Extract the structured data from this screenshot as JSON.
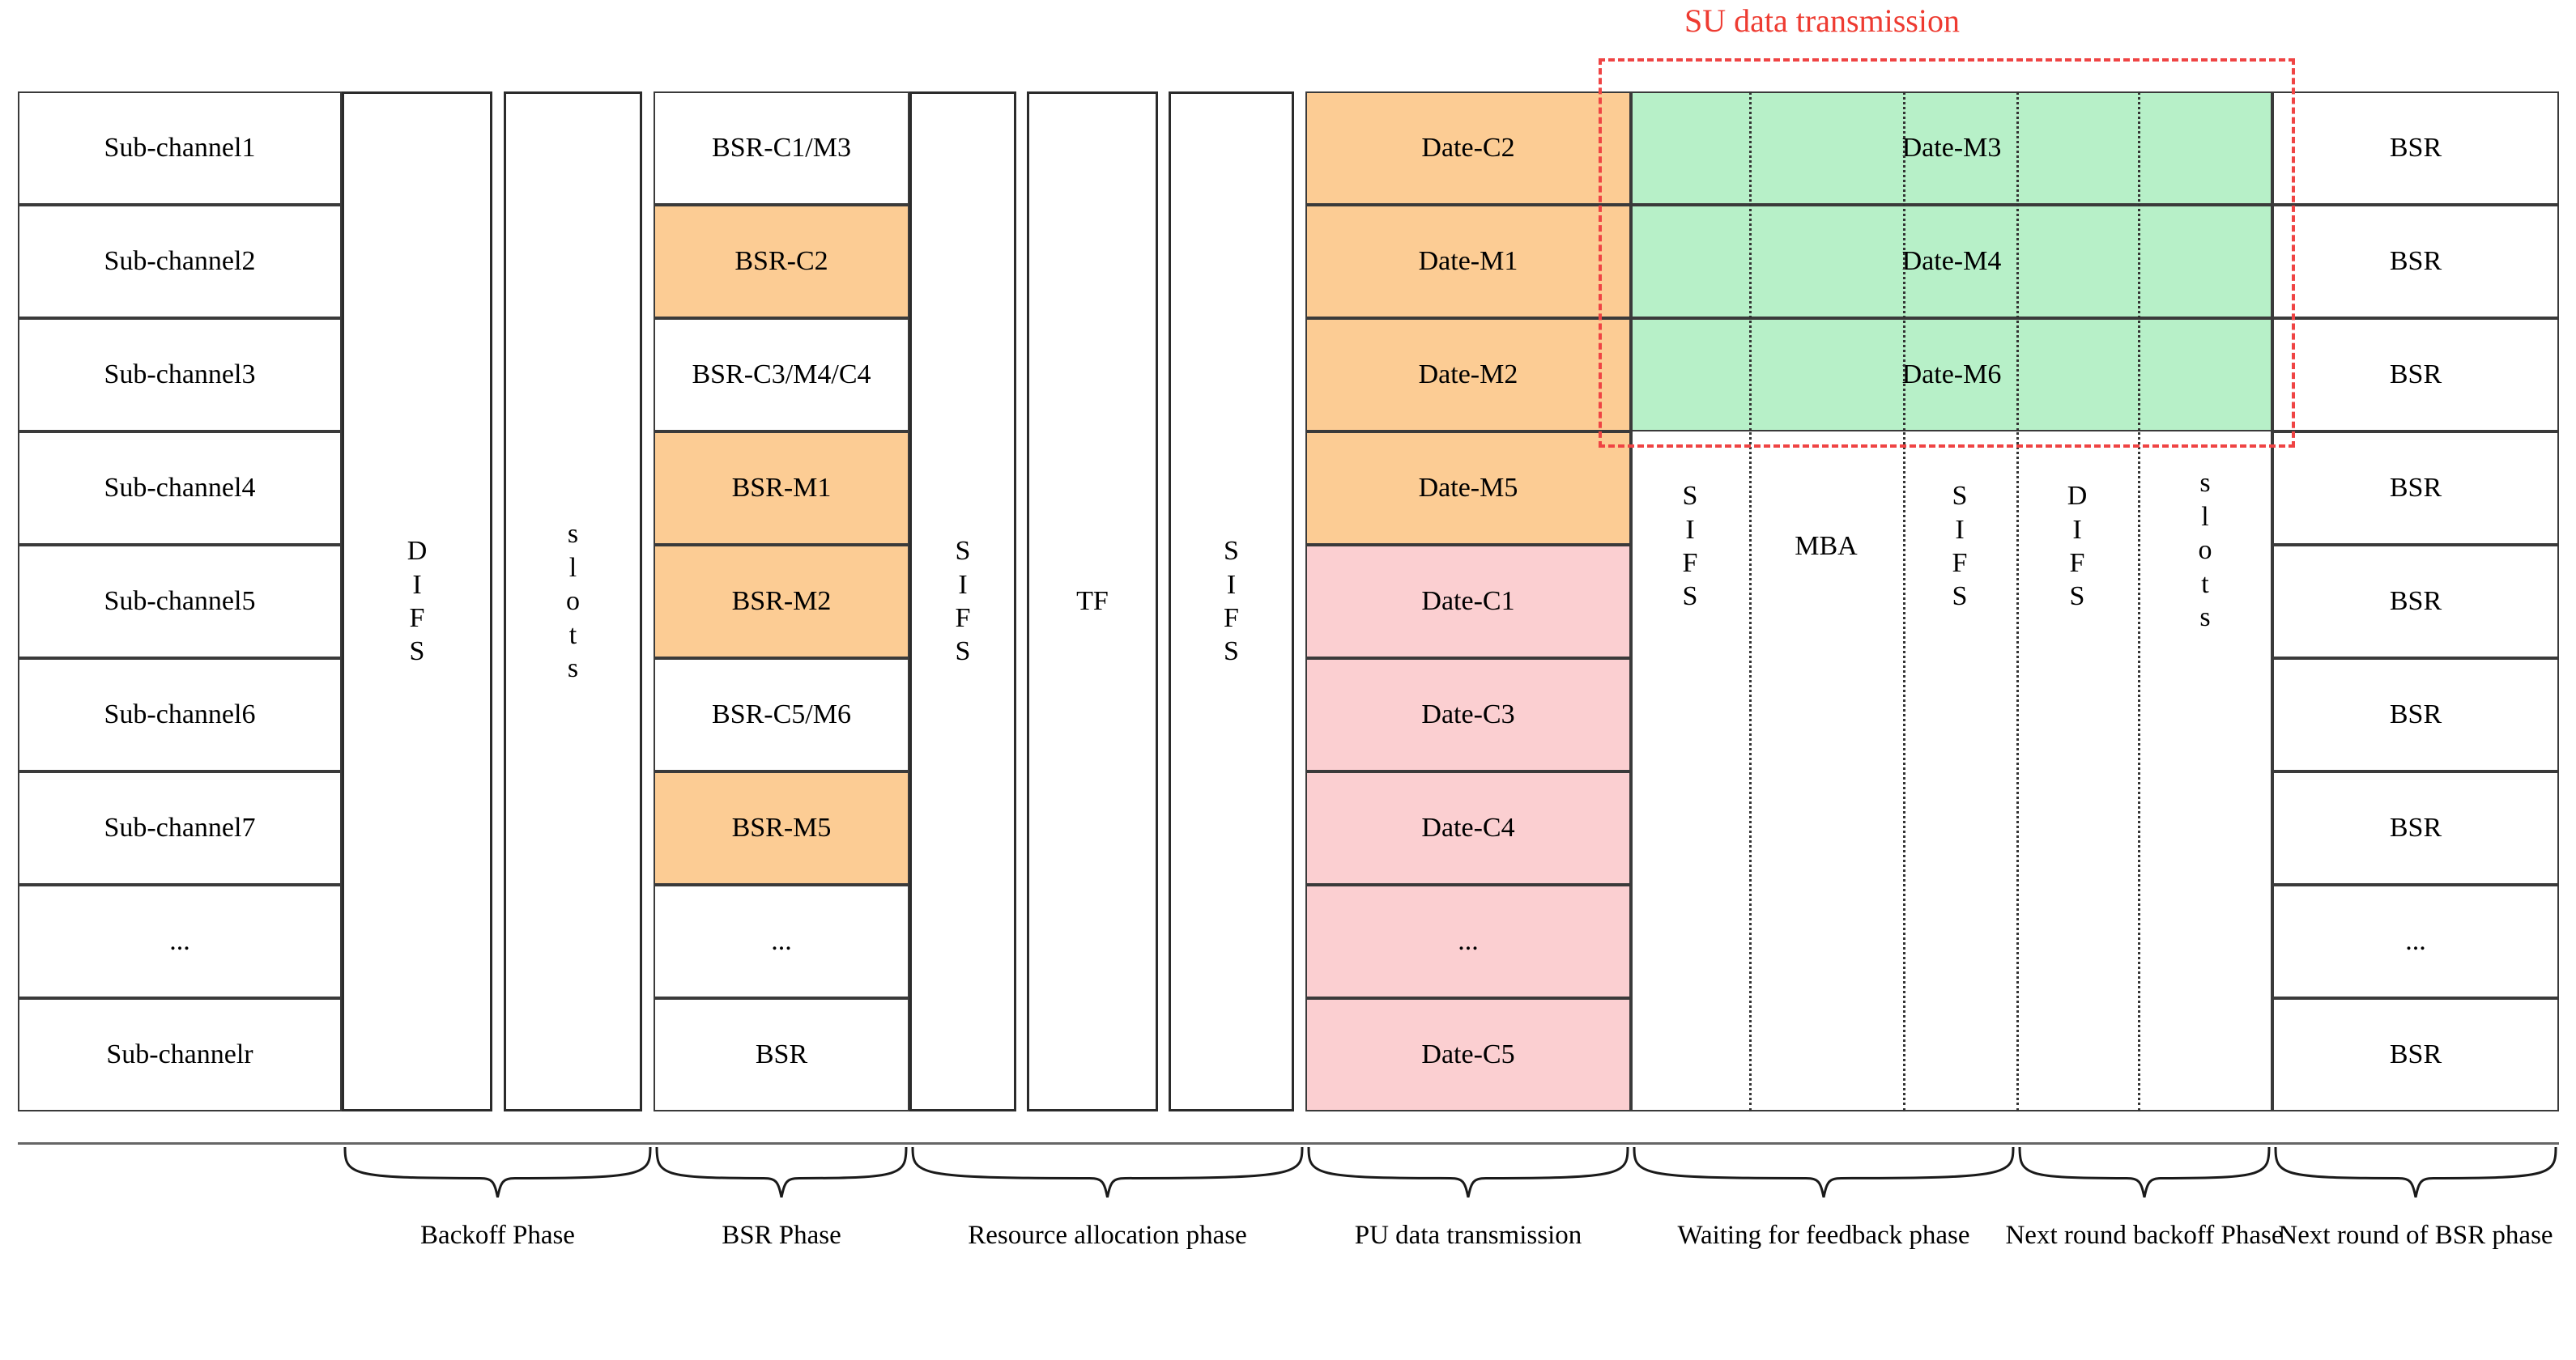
{
  "figure": {
    "su_label": "SU data transmission",
    "accent_red": "#ee3b31",
    "fill_orange": "#fccc94",
    "fill_pink": "#fbcfd1",
    "fill_green": "#b7f0c8"
  },
  "rows": [
    {
      "name": "Sub-channel1"
    },
    {
      "name": "Sub-channel2"
    },
    {
      "name": "Sub-channel3"
    },
    {
      "name": "Sub-channel4"
    },
    {
      "name": "Sub-channel5"
    },
    {
      "name": "Sub-channel6"
    },
    {
      "name": "Sub-channel7"
    },
    {
      "name": "..."
    },
    {
      "name": "Sub-channelr"
    }
  ],
  "columns": {
    "difs": {
      "label": "DIFS"
    },
    "slots": {
      "label": "slots"
    },
    "sifs1": {
      "label": "SIFS"
    },
    "tf": {
      "label": "TF"
    },
    "sifs2": {
      "label": "SIFS"
    },
    "sifs3": {
      "label": "SIFS"
    },
    "mba": {
      "label": "MBA"
    },
    "sifs4": {
      "label": "SIFS"
    },
    "difs2": {
      "label": "DIFS"
    },
    "slots2": {
      "label": "slots"
    }
  },
  "bsr_phase": [
    {
      "label": "BSR-C1/M3",
      "filled": false
    },
    {
      "label": "BSR-C2",
      "filled": true
    },
    {
      "label": "BSR-C3/M4/C4",
      "filled": false
    },
    {
      "label": "BSR-M1",
      "filled": true
    },
    {
      "label": "BSR-M2",
      "filled": true
    },
    {
      "label": "BSR-C5/M6",
      "filled": false
    },
    {
      "label": "BSR-M5",
      "filled": true
    },
    {
      "label": "...",
      "filled": false
    },
    {
      "label": "BSR",
      "filled": false
    }
  ],
  "pu_data": [
    {
      "label": "Date-C2",
      "fill": "orange"
    },
    {
      "label": "Date-M1",
      "fill": "orange"
    },
    {
      "label": "Date-M2",
      "fill": "orange"
    },
    {
      "label": "Date-M5",
      "fill": "orange"
    },
    {
      "label": "Date-C1",
      "fill": "pink"
    },
    {
      "label": "Date-C3",
      "fill": "pink"
    },
    {
      "label": "Date-C4",
      "fill": "pink"
    },
    {
      "label": "...",
      "fill": "pink"
    },
    {
      "label": "Date-C5",
      "fill": "pink"
    }
  ],
  "su_data": [
    {
      "label": "Date-M3"
    },
    {
      "label": "Date-M4"
    },
    {
      "label": "Date-M6"
    }
  ],
  "next_bsr": [
    {
      "label": "BSR"
    },
    {
      "label": "BSR"
    },
    {
      "label": "BSR"
    },
    {
      "label": "BSR"
    },
    {
      "label": "BSR"
    },
    {
      "label": "BSR"
    },
    {
      "label": "BSR"
    },
    {
      "label": "..."
    },
    {
      "label": "BSR"
    }
  ],
  "phases": [
    {
      "label": "Backoff Phase"
    },
    {
      "label": "BSR Phase"
    },
    {
      "label": "Resource allocation phase"
    },
    {
      "label": "PU data transmission"
    },
    {
      "label": "Waiting for feedback phase"
    },
    {
      "label": "Next round backoff Phase"
    },
    {
      "label": "Next round of BSR phase"
    }
  ]
}
